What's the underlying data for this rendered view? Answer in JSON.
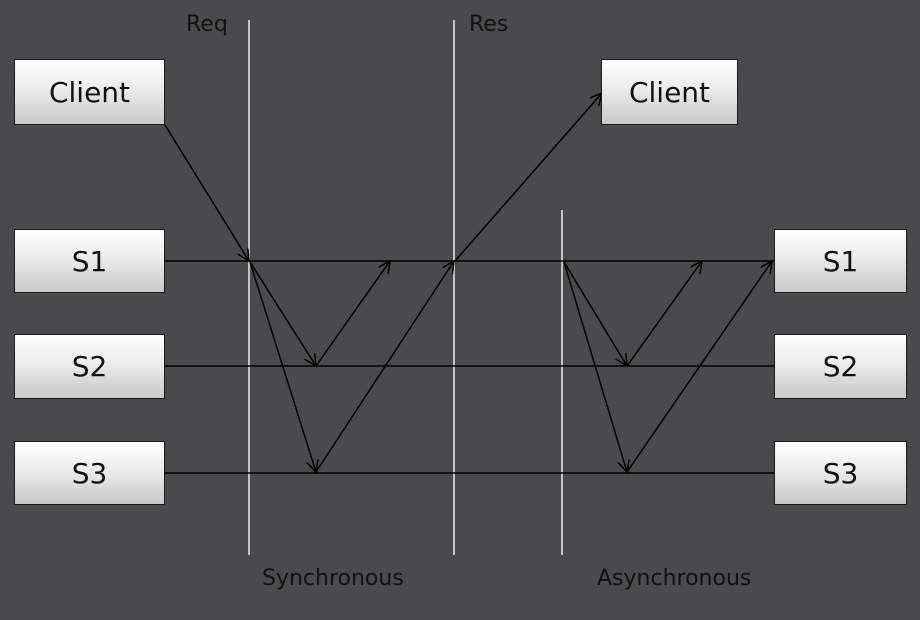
{
  "nodes": {
    "client_left": "Client",
    "client_right": "Client",
    "s1_left": "S1",
    "s2_left": "S2",
    "s3_left": "S3",
    "s1_right": "S1",
    "s2_right": "S2",
    "s3_right": "S3"
  },
  "labels": {
    "req": "Req",
    "res": "Res",
    "synchronous": "Synchronous",
    "asynchronous": "Asynchronous"
  },
  "colors": {
    "background": "#4a4a4d",
    "divider": "#c4c4c4",
    "line": "#000000"
  }
}
